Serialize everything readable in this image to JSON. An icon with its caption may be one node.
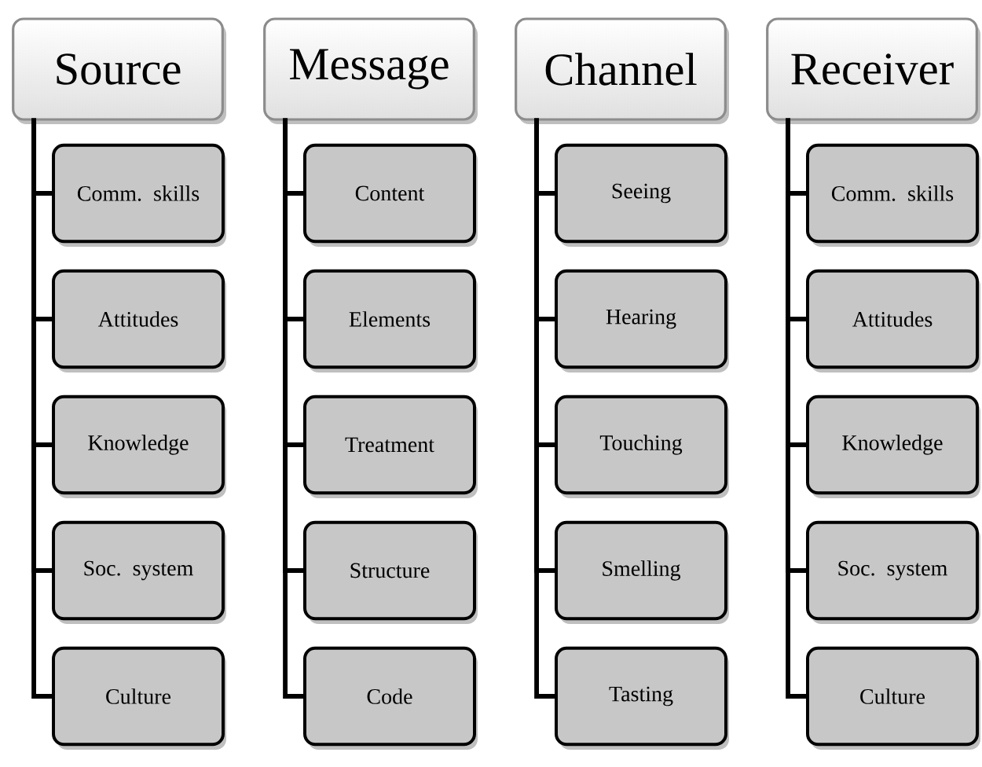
{
  "diagram": {
    "nodes": [
      {
        "text": [
          "Source"
        ]
      },
      {
        "text": [
          "Comm. skills"
        ]
      },
      {
        "text": [
          "Attitudes"
        ]
      },
      {
        "text": [
          "Knowledge"
        ]
      },
      {
        "text": [
          "Soc. system"
        ]
      },
      {
        "text": [
          "Culture"
        ]
      },
      {
        "text": [
          "Message"
        ]
      },
      {
        "text": [
          "Content"
        ]
      },
      {
        "text": [
          "Elements"
        ]
      },
      {
        "text": [
          "Treatment"
        ]
      },
      {
        "text": [
          "Structure"
        ]
      },
      {
        "text": [
          "Code"
        ]
      },
      {
        "text": [
          "Channel"
        ]
      },
      {
        "text": [
          "Seeing"
        ]
      },
      {
        "text": [
          "Hearing"
        ]
      },
      {
        "text": [
          "Touching"
        ]
      },
      {
        "text": [
          "Smelling"
        ]
      },
      {
        "text": [
          "Tasting"
        ]
      },
      {
        "text": [
          "Receiver"
        ]
      },
      {
        "text": [
          "Comm. skills"
        ]
      },
      {
        "text": [
          "Attitudes"
        ]
      },
      {
        "text": [
          "Knowledge"
        ]
      },
      {
        "text": [
          "Soc. system"
        ]
      },
      {
        "text": [
          "Culture"
        ]
      }
    ],
    "edges": [
      {
        "from": 0,
        "to": 1,
        "arrow": "none"
      },
      {
        "from": 0,
        "to": 2,
        "arrow": "none"
      },
      {
        "from": 0,
        "to": 3,
        "arrow": "none"
      },
      {
        "from": 0,
        "to": 4,
        "arrow": "none"
      },
      {
        "from": 0,
        "to": 5,
        "arrow": "none"
      },
      {
        "from": 6,
        "to": 7,
        "arrow": "none"
      },
      {
        "from": 6,
        "to": 8,
        "arrow": "none"
      },
      {
        "from": 6,
        "to": 9,
        "arrow": "none"
      },
      {
        "from": 6,
        "to": 10,
        "arrow": "none"
      },
      {
        "from": 6,
        "to": 11,
        "arrow": "none"
      },
      {
        "from": 12,
        "to": 13,
        "arrow": "none"
      },
      {
        "from": 12,
        "to": 14,
        "arrow": "none"
      },
      {
        "from": 12,
        "to": 15,
        "arrow": "none"
      },
      {
        "from": 12,
        "to": 16,
        "arrow": "none"
      },
      {
        "from": 12,
        "to": 17,
        "arrow": "none"
      },
      {
        "from": 18,
        "to": 19,
        "arrow": "none"
      },
      {
        "from": 18,
        "to": 20,
        "arrow": "none"
      },
      {
        "from": 18,
        "to": 21,
        "arrow": "none"
      },
      {
        "from": 18,
        "to": 22,
        "arrow": "none"
      },
      {
        "from": 18,
        "to": 23,
        "arrow": "none"
      }
    ]
  }
}
